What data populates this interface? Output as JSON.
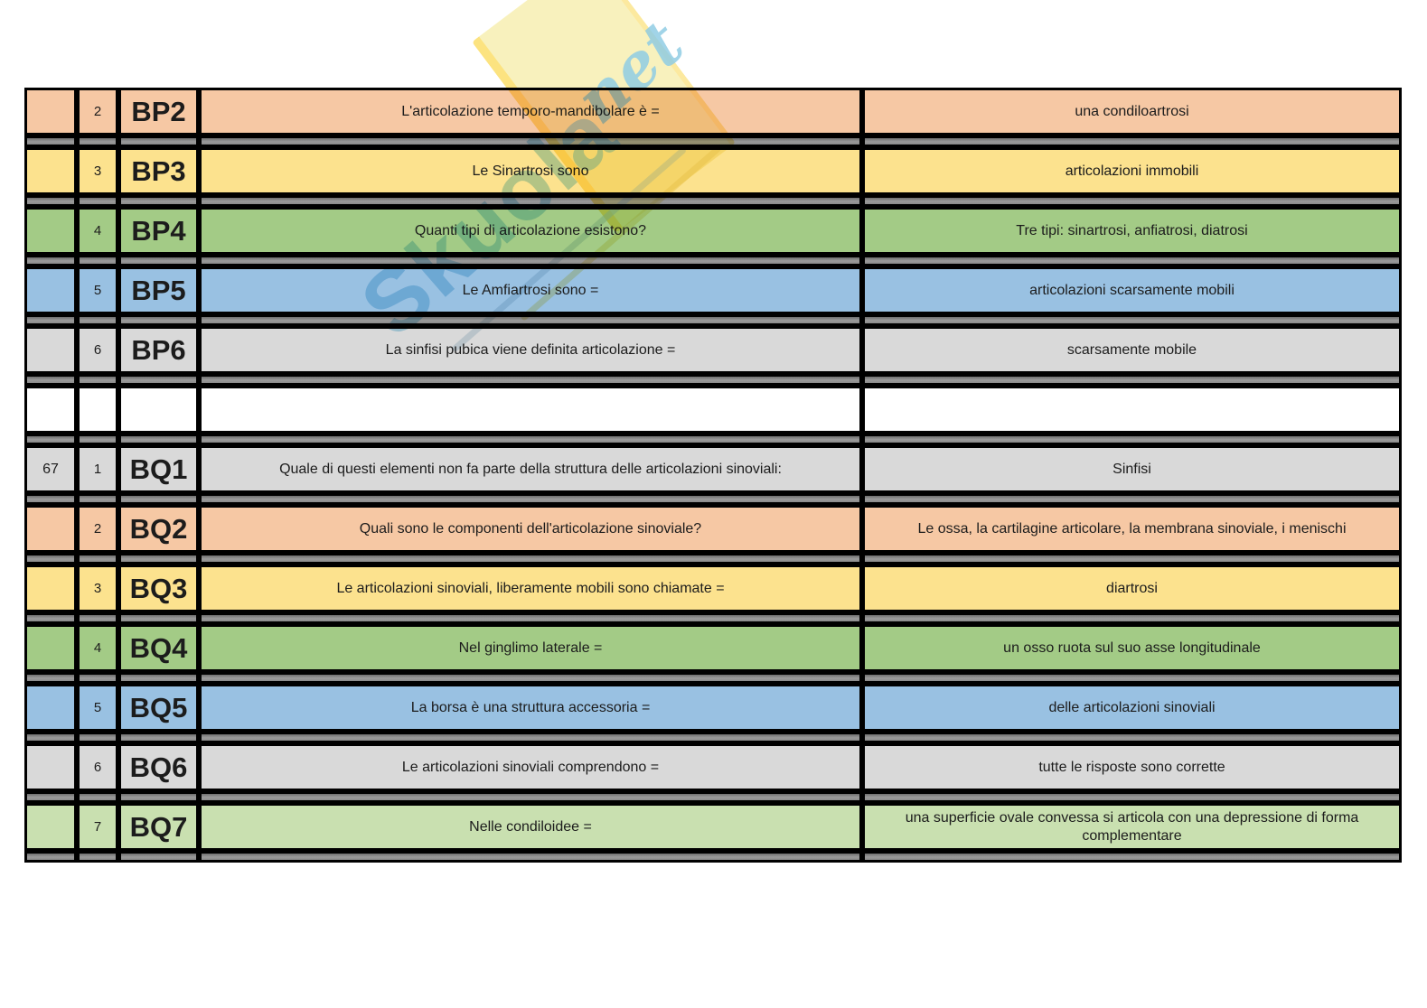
{
  "page": {
    "background": "#ffffff",
    "description_locale": "it"
  },
  "watermark": {
    "brand": "Skuola",
    "suffix": "net",
    "brand_color": "#57b2da",
    "suffix_color": "#74c0dd",
    "patch_color": "#fcd94f"
  },
  "palette": {
    "peach": "#F6C8A4",
    "yellow": "#FCE28E",
    "green": "#A3CB86",
    "blue": "#99C1E2",
    "gray": "#D9D9D9",
    "lightgreen": "#C9E0B0",
    "white": "#FFFFFF",
    "separator": "#8B8B8B",
    "border": "#000000",
    "text": "#1c1c1c"
  },
  "table": {
    "rows": [
      {
        "group_num": "",
        "num": "2",
        "code": "BP2",
        "color": "peach",
        "question": "L'articolazione temporo-mandibolare è =",
        "answer": "una condiloartrosi"
      },
      {
        "group_num": "",
        "num": "3",
        "code": "BP3",
        "color": "yellow",
        "question": "Le Sinartrosi sono",
        "answer": "articolazioni immobili"
      },
      {
        "group_num": "",
        "num": "4",
        "code": "BP4",
        "color": "green",
        "question": "Quanti tipi di articolazione esistono?",
        "answer": "Tre tipi: sinartrosi, anfiatrosi, diatrosi"
      },
      {
        "group_num": "",
        "num": "5",
        "code": "BP5",
        "color": "blue",
        "question": "Le Amfiartrosi sono =",
        "answer": "articolazioni scarsamente mobili"
      },
      {
        "group_num": "",
        "num": "6",
        "code": "BP6",
        "color": "gray",
        "question": "La sinfisi pubica viene definita articolazione =",
        "answer": "scarsamente mobile"
      },
      {
        "group_num": "",
        "num": "",
        "code": "",
        "color": "white",
        "question": "",
        "answer": ""
      },
      {
        "group_num": "67",
        "num": "1",
        "code": "BQ1",
        "color": "gray",
        "question": "Quale di questi elementi non fa parte della struttura delle articolazioni sinoviali:",
        "answer": "Sinfisi"
      },
      {
        "group_num": "",
        "num": "2",
        "code": "BQ2",
        "color": "peach",
        "question": "Quali sono le componenti dell'articolazione sinoviale?",
        "answer": "Le ossa, la cartilagine articolare, la membrana sinoviale, i menischi"
      },
      {
        "group_num": "",
        "num": "3",
        "code": "BQ3",
        "color": "yellow",
        "question": "Le articolazioni sinoviali, liberamente mobili sono chiamate =",
        "answer": "diartrosi"
      },
      {
        "group_num": "",
        "num": "4",
        "code": "BQ4",
        "color": "green",
        "question": "Nel ginglimo laterale =",
        "answer": "un osso ruota sul suo asse longitudinale"
      },
      {
        "group_num": "",
        "num": "5",
        "code": "BQ5",
        "color": "blue",
        "question": "La borsa è una struttura accessoria =",
        "answer": "delle articolazioni sinoviali"
      },
      {
        "group_num": "",
        "num": "6",
        "code": "BQ6",
        "color": "gray",
        "question": "Le articolazioni sinoviali comprendono =",
        "answer": "tutte le risposte sono corrette"
      },
      {
        "group_num": "",
        "num": "7",
        "code": "BQ7",
        "color": "lightgreen",
        "question": "Nelle condiloidee =",
        "answer": "una superficie ovale convessa si articola con una depressione di forma complementare"
      }
    ]
  }
}
